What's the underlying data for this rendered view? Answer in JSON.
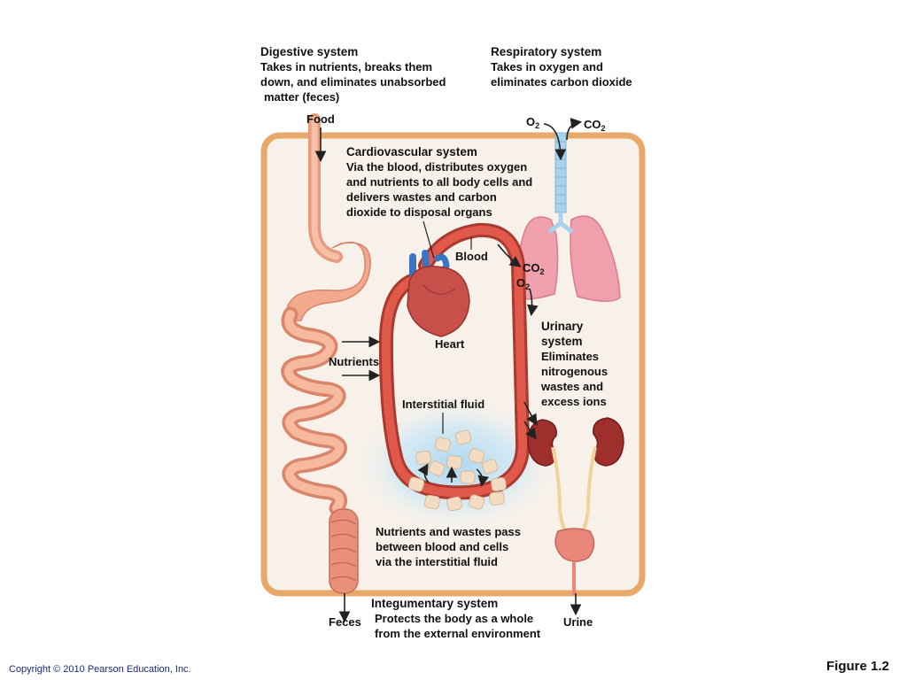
{
  "digestive": {
    "title": "Digestive system",
    "lines": [
      "Takes in nutrients, breaks them",
      "down, and eliminates unabsorbed",
      "matter (feces)"
    ]
  },
  "respiratory": {
    "title": "Respiratory system",
    "lines": [
      "Takes in oxygen and",
      "eliminates carbon dioxide"
    ]
  },
  "cardiovascular": {
    "title": "Cardiovascular system",
    "lines": [
      "Via the blood, distributes oxygen",
      "and nutrients to all body cells and",
      "delivers wastes and carbon",
      "dioxide to disposal organs"
    ]
  },
  "urinary": {
    "title_lines": [
      "Urinary",
      "system"
    ],
    "lines": [
      "Eliminates",
      "nitrogenous",
      "wastes and",
      "excess ions"
    ]
  },
  "integumentary": {
    "title": "Integumentary system",
    "lines": [
      "Protects the body as a whole",
      "from the external environment"
    ]
  },
  "exchange_note": {
    "lines": [
      "Nutrients and wastes pass",
      "between blood and cells",
      "via the interstitial fluid"
    ]
  },
  "labels": {
    "food": "Food",
    "o2_main": "O",
    "co2_main": "CO",
    "co2_lung": "CO",
    "o2_lung": "O",
    "subscript_2": "2",
    "blood": "Blood",
    "heart": "Heart",
    "nutrients": "Nutrients",
    "interstitial_fluid": "Interstitial fluid",
    "feces": "Feces",
    "urine": "Urine"
  },
  "footer": {
    "copyright": "Copyright © 2010 Pearson Education, Inc.",
    "figure": "Figure 1.2"
  },
  "colors": {
    "body_border": "#e8a869",
    "body_fill": "#f7f1ea",
    "gut": "#f2a98c",
    "vessel": "#d9483b",
    "heart": "#c8504a",
    "lungs": "#f0a0ac",
    "kidney": "#9e2f2c",
    "bladder": "#e8877a",
    "trachea": "#a9d3ea",
    "fluid": "#bfe0f2"
  }
}
